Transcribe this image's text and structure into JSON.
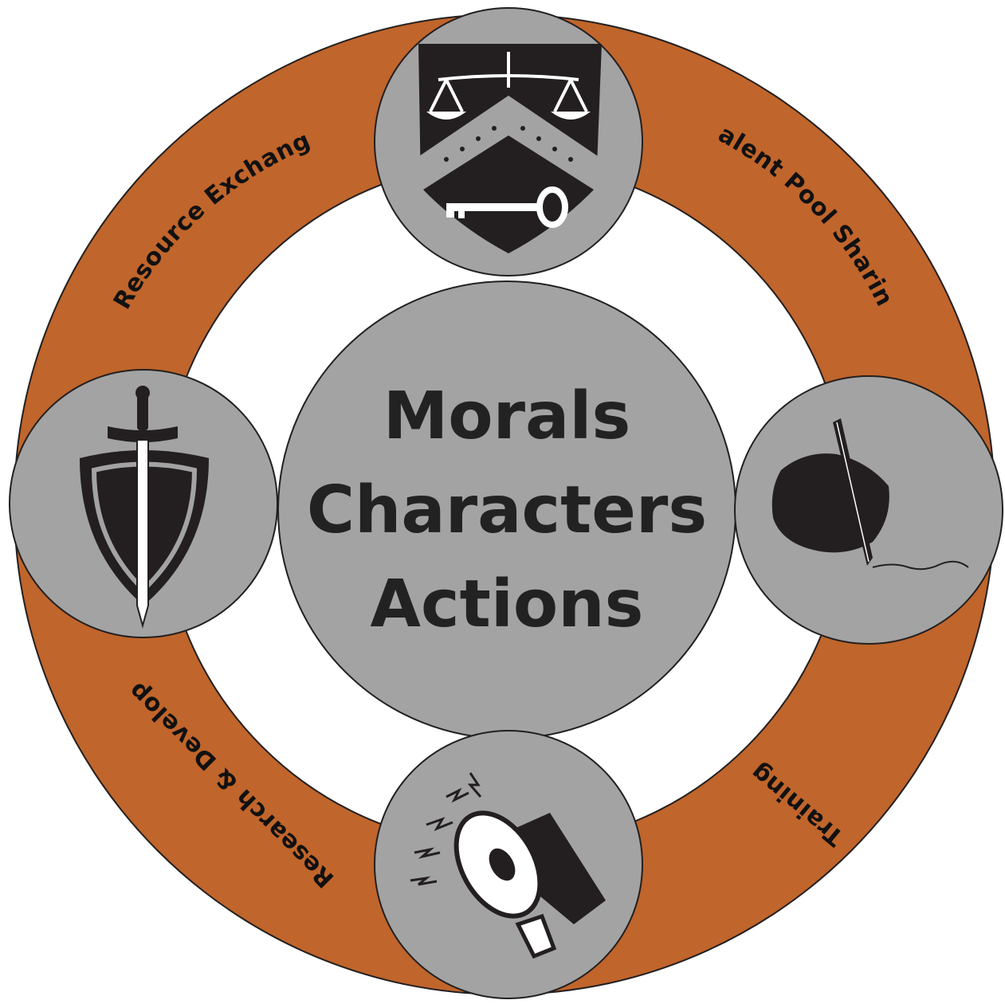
{
  "center": {
    "lines": [
      "Morals",
      "Characters",
      "Actions"
    ]
  },
  "ring_labels": {
    "top_left": "Resource Exchange",
    "top_right": "Talent Pool Sharing",
    "bottom_left": "Research & Develop",
    "bottom_right": "Training"
  },
  "icons": {
    "top": "shield-with-scales-and-key-icon",
    "left": "sword-and-shield-icon",
    "right": "hand-writing-signature-icon",
    "bottom": "megaphone-icon"
  },
  "colors": {
    "ring": "#c0652b",
    "circle_fill": "#a3a3a3",
    "outline": "#231f20",
    "icon_dark": "#231f20"
  }
}
